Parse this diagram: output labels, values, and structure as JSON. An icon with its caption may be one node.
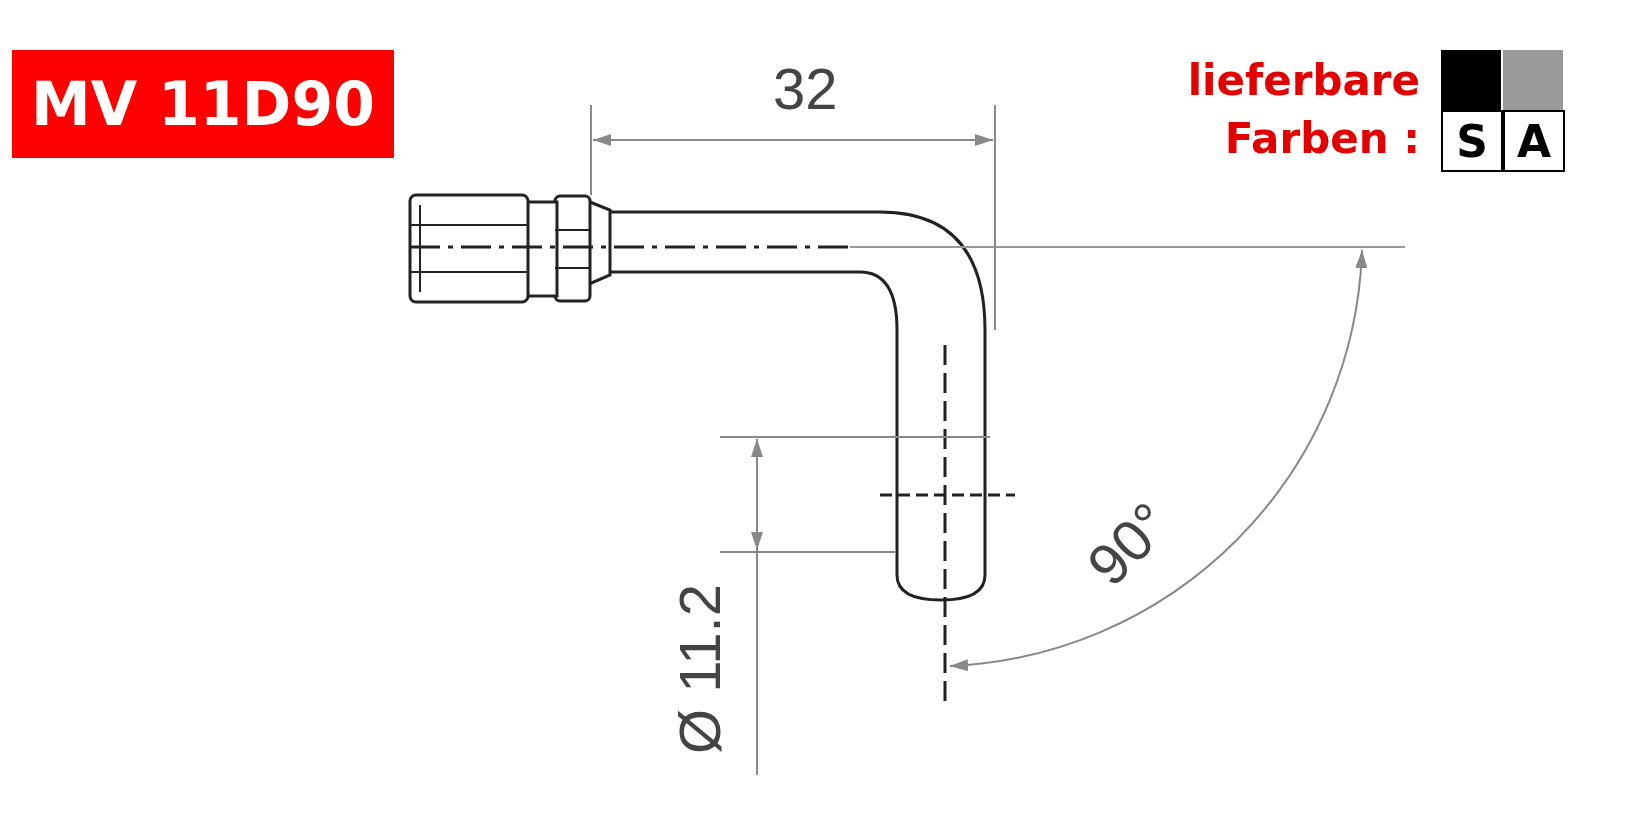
{
  "diagram": {
    "title": "MV 11D90",
    "labels": [
      "lieferbare Farben :",
      "32",
      "Ø 11.2",
      "90°"
    ],
    "legend": [
      {
        "text": "S",
        "color": "#000000"
      },
      {
        "text": "A",
        "color": "#999999"
      }
    ]
  }
}
